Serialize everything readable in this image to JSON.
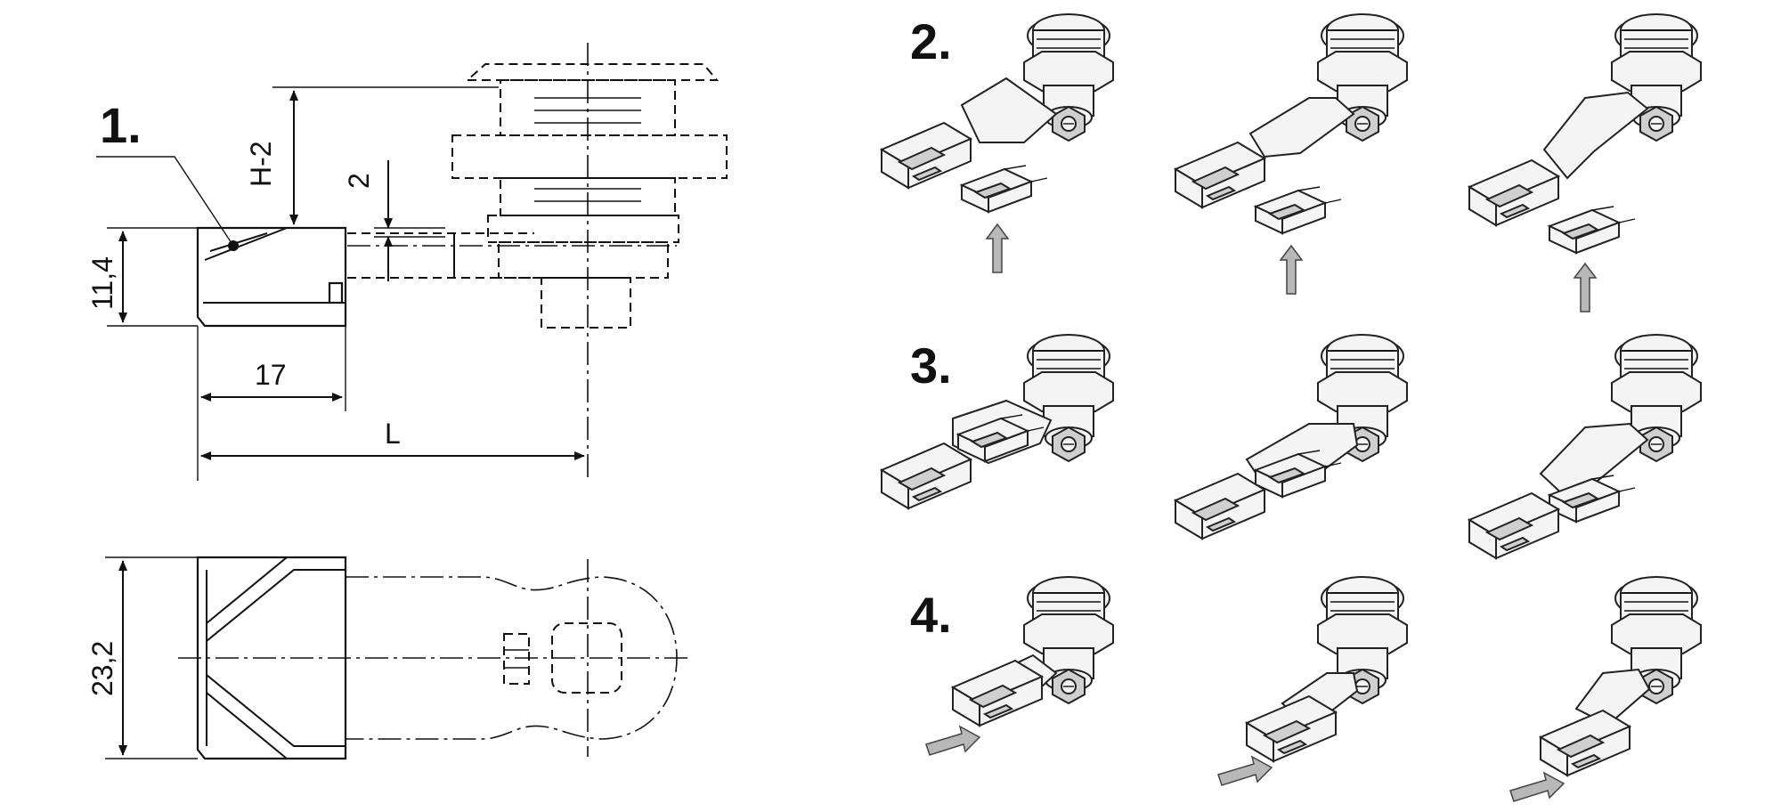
{
  "drawing": {
    "callout_1": "1.",
    "dimensions": {
      "h_minus_2": "H-2",
      "gap_2": "2",
      "height_11_4": "11,4",
      "width_17": "17",
      "length_L": "L",
      "width_23_2": "23,2"
    }
  },
  "steps": [
    {
      "label": "2."
    },
    {
      "label": "3."
    },
    {
      "label": "4."
    }
  ]
}
